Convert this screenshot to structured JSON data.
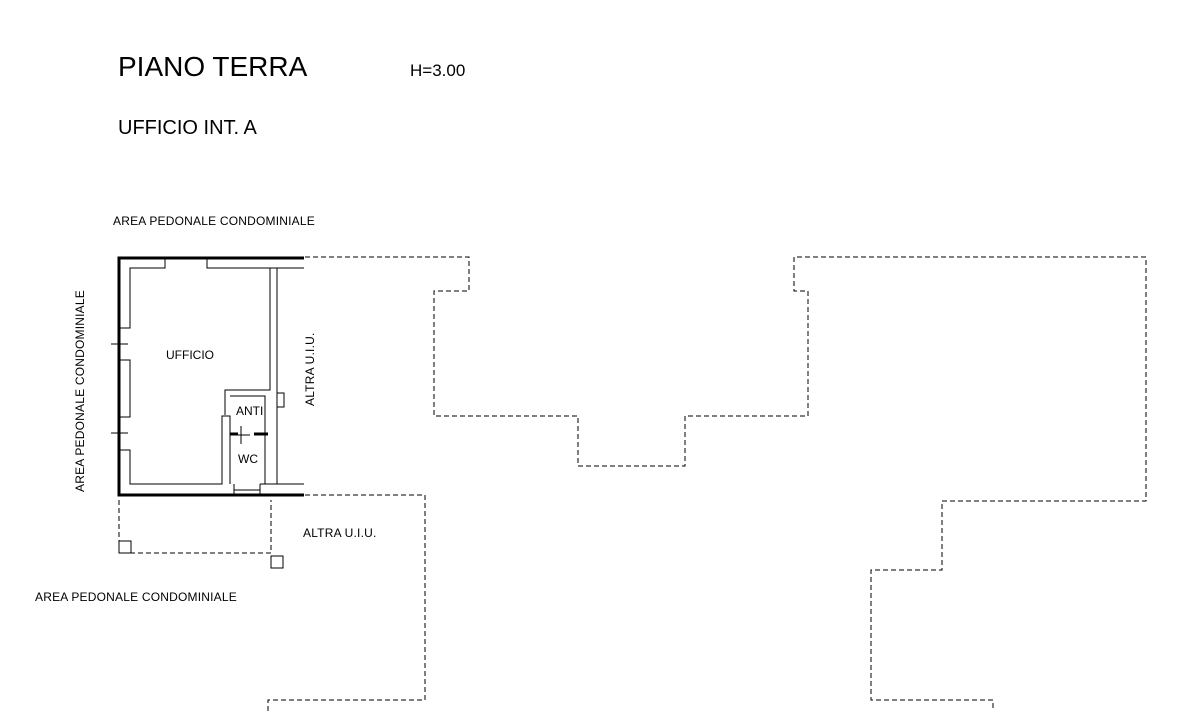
{
  "header": {
    "title": "PIANO TERRA",
    "height_label": "H=3.00",
    "subtitle": "UFFICIO INT. A"
  },
  "labels": {
    "area_top": "AREA PEDONALE CONDOMINIALE",
    "area_left": "AREA PEDONALE CONDOMINIALE",
    "area_bottom": "AREA PEDONALE CONDOMINIALE",
    "altra_right": "ALTRA U.I.U.",
    "altra_bottom": "ALTRA U.I.U."
  },
  "rooms": {
    "ufficio": "UFFICIO",
    "anti": "ANTI",
    "wc": "WC"
  }
}
